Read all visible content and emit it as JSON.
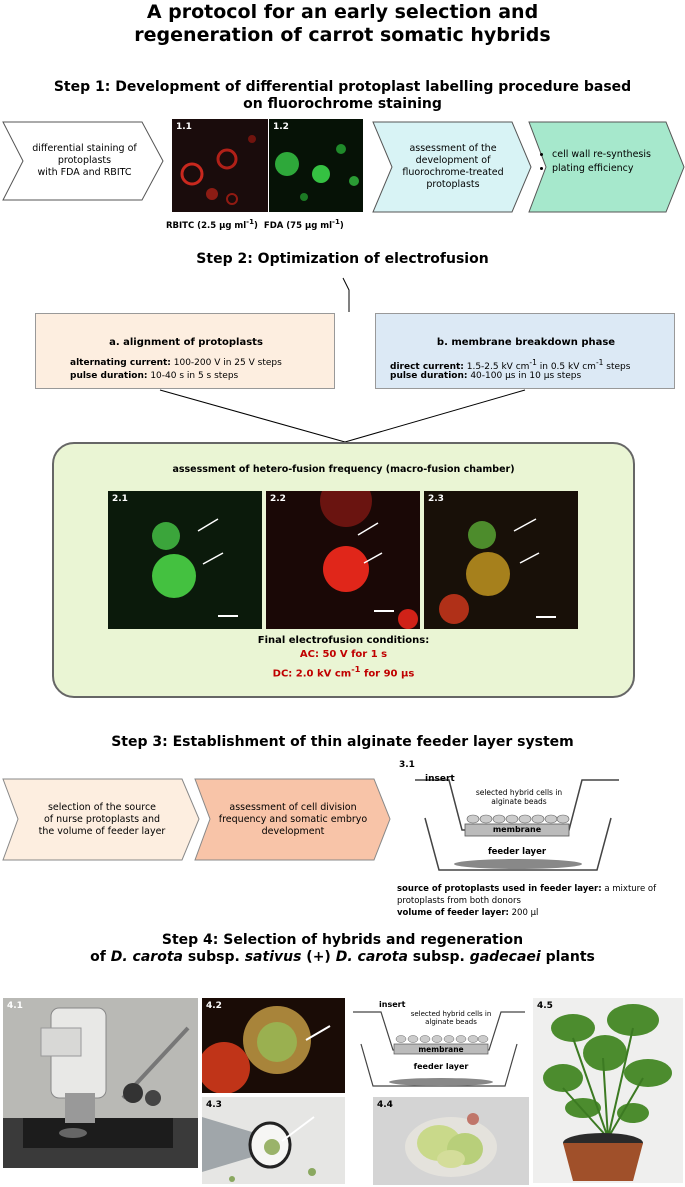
{
  "title": {
    "line1": "A protocol for an early selection and",
    "line2": "regeneration of carrot somatic hybrids"
  },
  "step1": {
    "heading_line1": "Step 1: Development of differential protoplast labelling procedure based",
    "heading_line2": "on fluorochrome staining",
    "arrow1": [
      "differential staining of",
      "protoplasts",
      "with FDA and RBITC"
    ],
    "photo1_label": "1.1",
    "photo2_label": "1.2",
    "caption1": "RBITC (2.5 μg ml",
    "caption1_sup": "-1",
    "caption1_end": ")",
    "caption2": "FDA (75 μg ml",
    "caption2_sup": "-1",
    "caption2_end": ")",
    "arrow2": [
      "assessment of the",
      "development of",
      "fluorochrome-treated",
      "protoplasts"
    ],
    "arrow3_bullets": [
      "cell wall re-synthesis",
      "plating efficiency"
    ]
  },
  "step2": {
    "heading": "Step 2: Optimization of electrofusion",
    "box_a": {
      "title": "a. alignment of protoplasts",
      "line1_bold": "alternating current:",
      "line1": " 100-200 V in 25 V steps",
      "line2_bold": "pulse duration:",
      "line2": " 10-40 s in 5 s steps"
    },
    "box_b": {
      "title": "b. membrane breakdown phase",
      "line1_bold": "direct current:",
      "line1_pre": " 1.5-2.5 kV cm",
      "line1_sup1": "-1",
      "line1_mid": " in 0.5 kV cm",
      "line1_sup2": "-1",
      "line1_post": " steps",
      "line2_bold": "pulse duration:",
      "line2": " 40-100 μs in 10 μs steps"
    },
    "assessment_title": "assessment of hetero-fusion frequency (macro-fusion chamber)",
    "photo_labels": [
      "2.1",
      "2.2",
      "2.3"
    ],
    "final_title": "Final electrofusion conditions:",
    "final_ac": "AC: 50 V for 1 s",
    "final_dc_pre": "DC: 2.0 kV cm",
    "final_dc_sup": "-1",
    "final_dc_post": " for 90 μs"
  },
  "step3": {
    "heading": "Step 3: Establishment of thin alginate feeder layer system",
    "arrow1": [
      "selection of the source",
      "of nurse protoplasts and",
      "the volume of feeder layer"
    ],
    "arrow2": [
      "assessment of cell division",
      "frequency and somatic embryo",
      "development"
    ],
    "diagram_label": "3.1",
    "insert": "insert",
    "beads": [
      "selected hybrid cells in",
      "alginate beads"
    ],
    "membrane": "membrane",
    "feeder": "feeder layer",
    "source_bold": "source of protoplasts used in feeder layer:",
    "source_text": " a mixture of",
    "source_text2": "protoplasts from both donors",
    "volume_bold": "volume of feeder layer:",
    "volume_text": " 200 μl"
  },
  "step4": {
    "heading_line1": "Step 4: Selection of hybrids and regeneration",
    "heading_pre": "of ",
    "heading_i1": "D. carota",
    "heading_mid1": " subsp. ",
    "heading_i2": "sativus",
    "heading_mid2": " (+) ",
    "heading_i3": "D. carota",
    "heading_mid3": " subsp. ",
    "heading_i4": "gadecaei",
    "heading_post": " plants",
    "photo_labels": [
      "4.1",
      "4.2",
      "4.3",
      "4.4",
      "4.5"
    ],
    "insert": "insert",
    "beads": [
      "selected hybrid cells in",
      "alginate beads"
    ],
    "membrane": "membrane",
    "feeder": "feeder layer"
  }
}
